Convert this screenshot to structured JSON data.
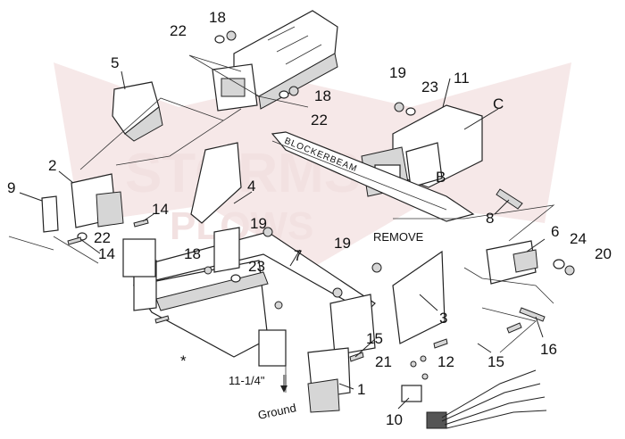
{
  "watermark": {
    "line1": "STORMS",
    "line2": "PLOWS",
    "color": "#d9a3a3"
  },
  "callouts": {
    "c18a": "18",
    "c22a": "22",
    "c5": "5",
    "c18b": "18",
    "c22b": "22",
    "c19a": "19",
    "c23a": "23",
    "c11": "11",
    "cC": "C",
    "c2": "2",
    "c9": "9",
    "c4": "4",
    "c14a": "14",
    "cB": "B",
    "c8": "8",
    "c22c": "22",
    "c14b": "14",
    "c19b": "19",
    "c18c": "18",
    "c23b": "23",
    "c7": "7",
    "c19c": "19",
    "c6": "6",
    "c24": "24",
    "c20": "20",
    "c3": "3",
    "c15a": "15",
    "c16": "16",
    "c21": "21",
    "c12": "12",
    "c15b": "15",
    "c1": "1",
    "c10": "10",
    "asterisk": "*"
  },
  "labels": {
    "blockerbeam": "BLOCKERBEAM",
    "remove": "REMOVE",
    "dimension": "11-1/4\"",
    "ground": "Ground"
  }
}
